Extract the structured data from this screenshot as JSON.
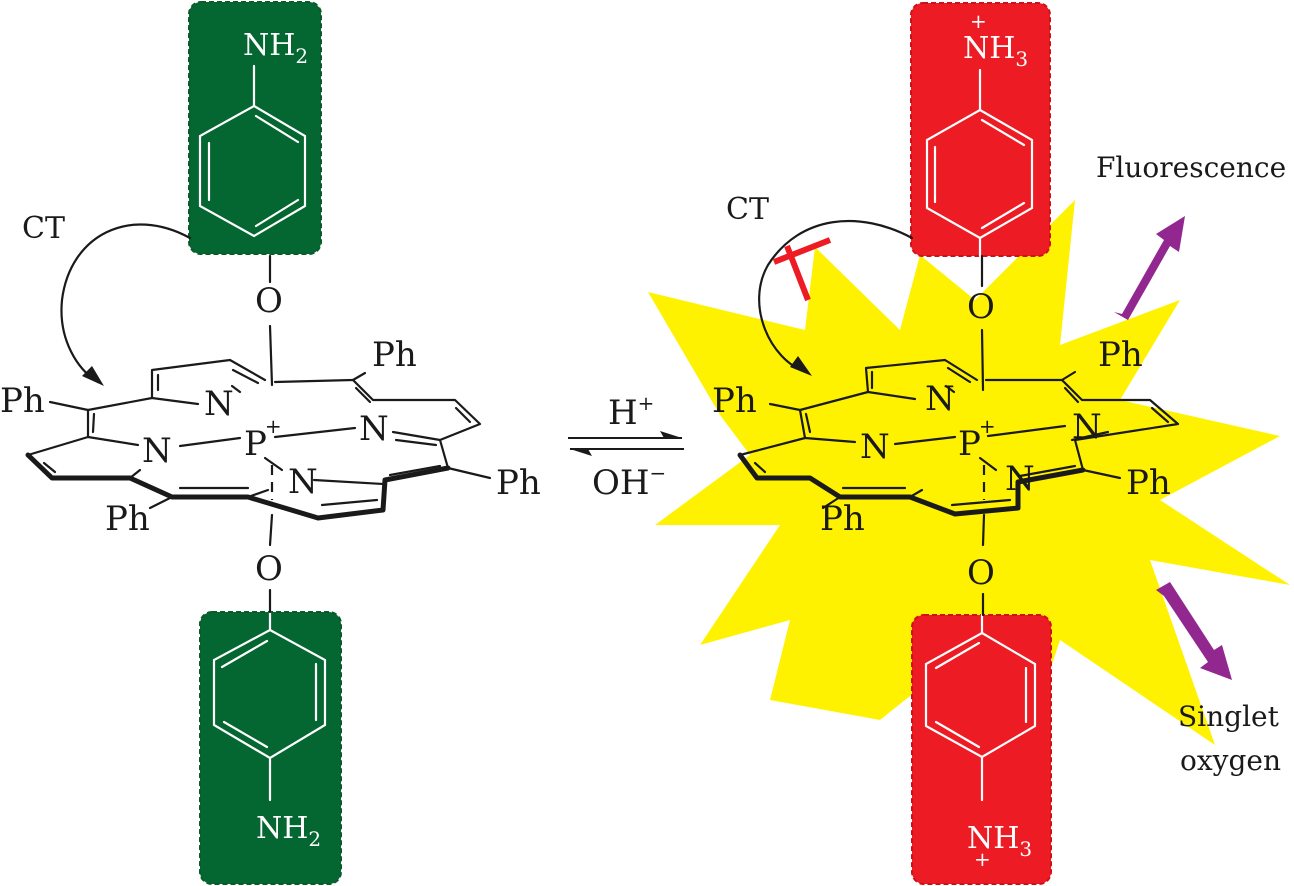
{
  "colors": {
    "donor_box_neutral": "#046630",
    "donor_box_protonated": "#ed1c24",
    "starburst": "#fff200",
    "emission_arrow": "#92278f",
    "blocked_cross": "#ed1c24",
    "ink": "#1a1a1a"
  },
  "left_molecule": {
    "top_group": {
      "main": "NH",
      "sub": "2"
    },
    "bottom_group": {
      "main": "NH",
      "sub": "2"
    },
    "ct_label": "CT",
    "oxygen_top": "O",
    "oxygen_bottom": "O",
    "center_atom": "P",
    "center_charge": "+",
    "nitrogen": "N",
    "substituents": [
      "Ph",
      "Ph",
      "Ph",
      "Ph"
    ]
  },
  "equilibrium": {
    "forward_reagent": {
      "main": "H",
      "sup": "+"
    },
    "reverse_reagent": {
      "main": "OH",
      "sup": "−"
    }
  },
  "right_molecule": {
    "top_group": {
      "main": "NH",
      "sub": "3",
      "charge": "+"
    },
    "bottom_group": {
      "main": "NH",
      "sub": "3",
      "charge": "+"
    },
    "ct_label": "CT",
    "ct_blocked": true,
    "oxygen_top": "O",
    "oxygen_bottom": "O",
    "center_atom": "P",
    "center_charge": "+",
    "nitrogen": "N",
    "substituents": [
      "Ph",
      "Ph",
      "Ph",
      "Ph"
    ]
  },
  "outputs": {
    "fluorescence": "Fluorescence",
    "singlet_line1": "Singlet",
    "singlet_line2": "oxygen"
  }
}
